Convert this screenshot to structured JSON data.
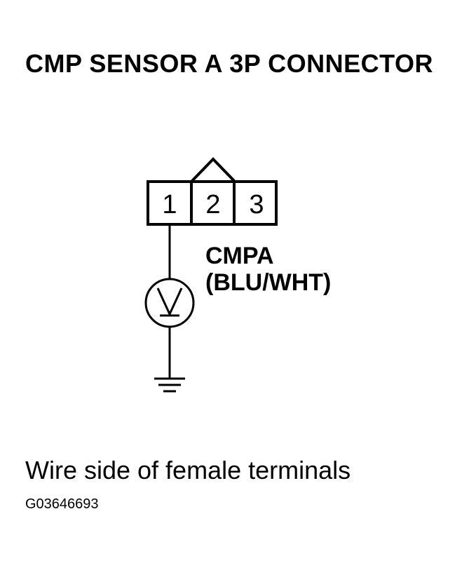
{
  "title": "CMP SENSOR A 3P CONNECTOR",
  "connector": {
    "pins": [
      "1",
      "2",
      "3"
    ],
    "tested_pin": "1"
  },
  "wire": {
    "name": "CMPA",
    "color": "(BLU/WHT)"
  },
  "meter": {
    "icon": "voltmeter-icon"
  },
  "ground": {
    "icon": "ground-icon"
  },
  "caption": "Wire side of female terminals",
  "figure_id": "G03646693"
}
